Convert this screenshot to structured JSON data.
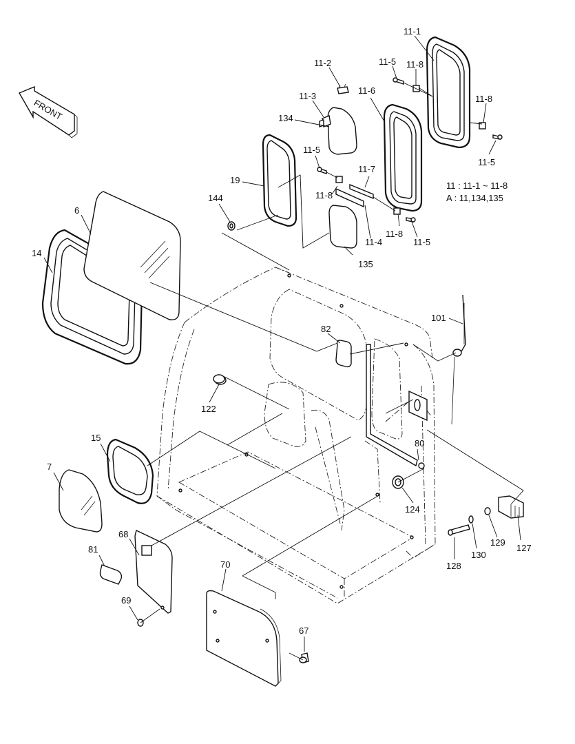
{
  "diagram": {
    "front_arrow_label": "FRONT",
    "legend": {
      "line1": "11 : 11-1 ~ 11-8",
      "line2": "A : 11,134,135"
    },
    "callouts": {
      "c11_1": "11-1",
      "c11_2": "11-2",
      "c11_3": "11-3",
      "c11_4": "11-4",
      "c11_5a": "11-5",
      "c11_5b": "11-5",
      "c11_5c": "11-5",
      "c11_5d": "11-5",
      "c11_6": "11-6",
      "c11_7": "11-7",
      "c11_8a": "11-8",
      "c11_8b": "11-8",
      "c11_8c": "11-8",
      "c11_8d": "11-8",
      "c134": "134",
      "c19": "19",
      "c144": "144",
      "c135": "135",
      "c6": "6",
      "c14": "14",
      "c101": "101",
      "c82": "82",
      "c122": "122",
      "c15": "15",
      "c80": "80",
      "c7": "7",
      "c124": "124",
      "c68": "68",
      "c81": "81",
      "c69": "69",
      "c70": "70",
      "c67": "67",
      "c128": "128",
      "c130": "130",
      "c129": "129",
      "c127": "127"
    }
  }
}
